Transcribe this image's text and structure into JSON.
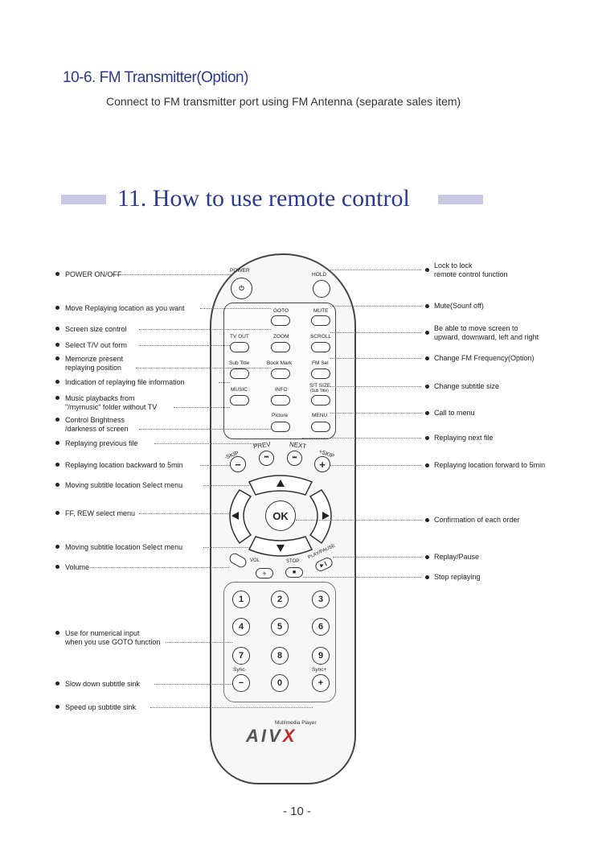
{
  "section10": {
    "title": "10-6. FM Transmitter(Option)",
    "description": "Connect to FM transmitter port using FM Antenna (separate sales item)"
  },
  "section11": {
    "title": "11.  How to use remote control"
  },
  "left_annotations": [
    "POWER ON/OFF",
    "Move Replaying location as you want",
    "Screen size control",
    "Select T/V out form",
    "Memorize present\nreplaying position",
    "Indication of replaying file information",
    "Music playbacks from\n\"/mymusic\" folder without TV",
    "Control Brightness\n/darkness of screen",
    "Replaying previous file",
    "Replaying location backward to 5min",
    "Moving subtitle location Select menu",
    "FF, REW select menu",
    "Moving subtitle location Select menu",
    "Volume",
    "Use for numerical input\nwhen you use GOTO function",
    "Slow down subtitle sink",
    "Speed up subtitle sink"
  ],
  "right_annotations": [
    "Lock to lock\nremote control function",
    "Mute(Sounf off)",
    "Be able to move screen to\nupward, downward, left and right",
    "Change FM Frequency(Option)",
    "Change subtitle size",
    "Call to menu",
    "Replaying next file",
    "Replaying location forward to 5min",
    "Confirmation of each order",
    "Replay/Pause",
    "Stop replaying"
  ],
  "remote": {
    "power": "POWER",
    "hold": "HOLD",
    "goto": "GOTO",
    "mute": "MUTE",
    "tvout": "TV OUT",
    "zoom": "ZOOM",
    "scroll": "SCROLL",
    "subtitle": "Sub Title",
    "bookmark": "Book Mark",
    "fmsel": "FM Sel",
    "music": "MUSIC",
    "info": "INFO",
    "stsize": "S/T SIZE",
    "stsize_sub": "(Sub Title)",
    "picture": "Picture",
    "menu": "MENU",
    "prev": "PREV",
    "next": "NEXT",
    "minus_skip": "-SKIP",
    "plus_skip": "+SKIP",
    "ok": "OK",
    "vol": "VOL",
    "stop": "STOP",
    "playpause": "PLAY/PAUSE",
    "sync_minus": "Sync-",
    "sync_plus": "Sync+",
    "digits": [
      "1",
      "2",
      "3",
      "4",
      "5",
      "6",
      "7",
      "8",
      "9",
      "0"
    ],
    "brand_tagline": "Multimedia Player",
    "brand_main": "AIV",
    "brand_x": "X"
  },
  "page_number": "- 10 -"
}
